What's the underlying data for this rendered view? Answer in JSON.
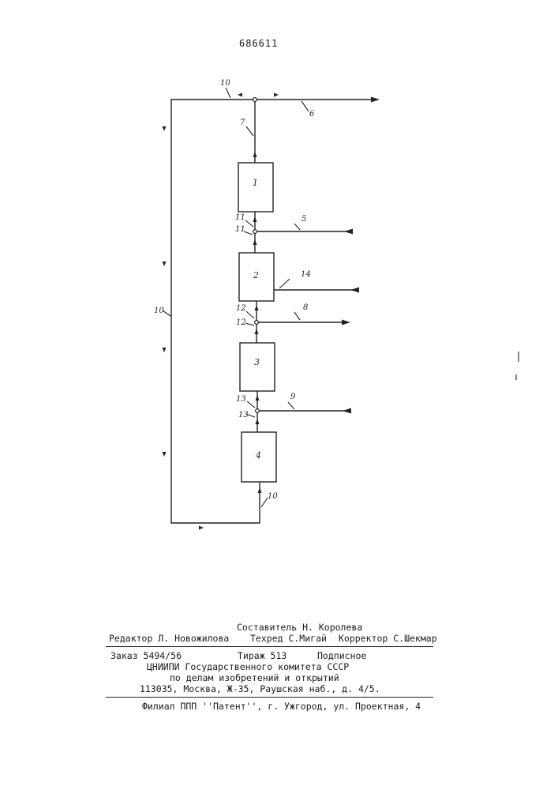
{
  "document": {
    "patent_number": "686611"
  },
  "diagram": {
    "blocks": [
      "1",
      "2",
      "3",
      "4"
    ],
    "labels": {
      "top_loop": "10",
      "left_loop": "10",
      "bottom_loop": "10",
      "line_7": "7",
      "line_6": "6",
      "line_5": "5",
      "line_14": "14",
      "line_8": "8",
      "line_9": "9",
      "node_11_a": "11",
      "node_11_b": "11",
      "node_12_a": "12",
      "node_12_b": "12",
      "node_13_a": "13",
      "node_13_b": "13"
    }
  },
  "footer": {
    "compiler": "Составитель Н. Королева",
    "editor": "Редактор Л. Новожилова",
    "techred": "Техред С.Мигай",
    "corrector": "Корректор С.Шекмар",
    "order": "Заказ 5494/56",
    "circulation": "Тираж 513",
    "subscription": "Подписное",
    "org_line1": "ЦНИИПИ Государственного комитета СССР",
    "org_line2": "по делам изобретений и открытий",
    "address": "113035, Москва, Ж-35, Раушская наб., д. 4/5.",
    "branch": "Филиал ППП ''Патент'', г. Ужгород, ул. Проектная, 4"
  }
}
